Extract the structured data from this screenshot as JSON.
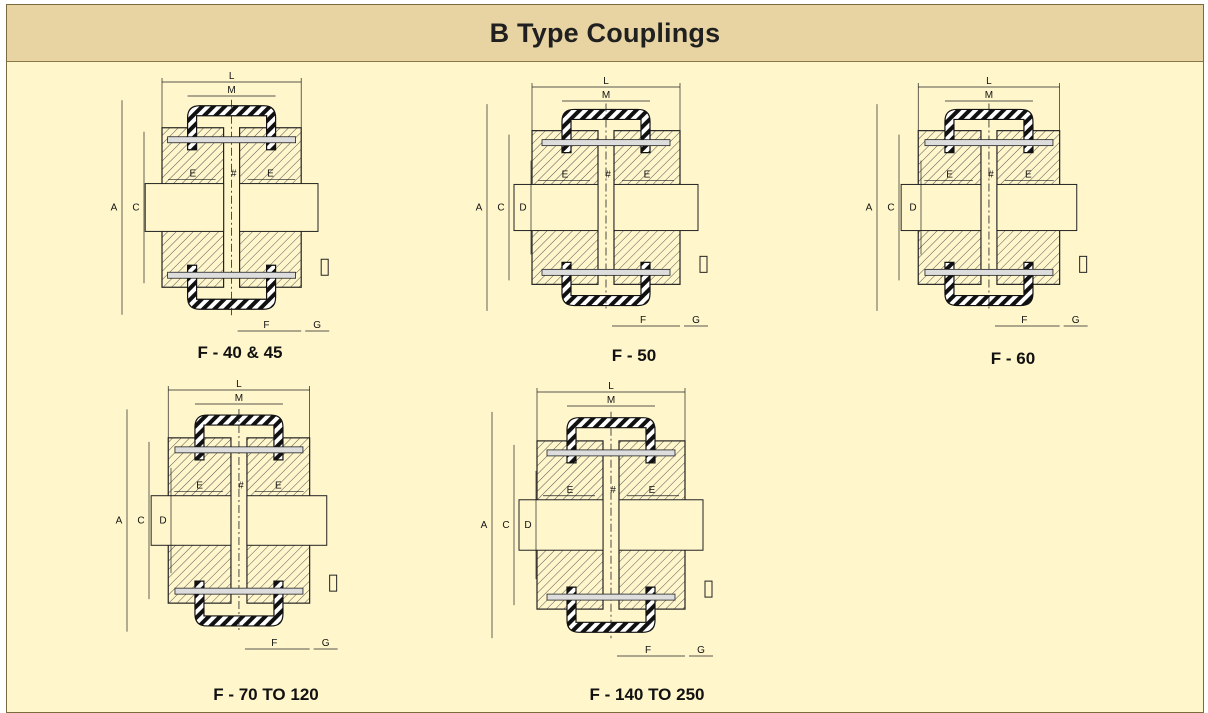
{
  "page": {
    "title": "B Type Couplings"
  },
  "diagrams": [
    {
      "caption": "F - 40 & 45",
      "labels": [
        "L",
        "M",
        "A",
        "C",
        "E",
        "#",
        "E",
        "F",
        "G"
      ]
    },
    {
      "caption": "F - 50",
      "labels": [
        "L",
        "M",
        "A",
        "C",
        "D",
        "E",
        "#",
        "E",
        "F",
        "G"
      ]
    },
    {
      "caption": "F - 60",
      "labels": [
        "L",
        "M",
        "A",
        "C",
        "D",
        "E",
        "#",
        "E",
        "F",
        "G"
      ]
    },
    {
      "caption": "F - 70 TO 120",
      "labels": [
        "L",
        "M",
        "A",
        "C",
        "D",
        "E",
        "#",
        "E",
        "F",
        "G"
      ]
    },
    {
      "caption": "F - 140 TO 250",
      "labels": [
        "L",
        "M",
        "A",
        "C",
        "D",
        "E",
        "#",
        "E",
        "F",
        "G"
      ]
    }
  ]
}
